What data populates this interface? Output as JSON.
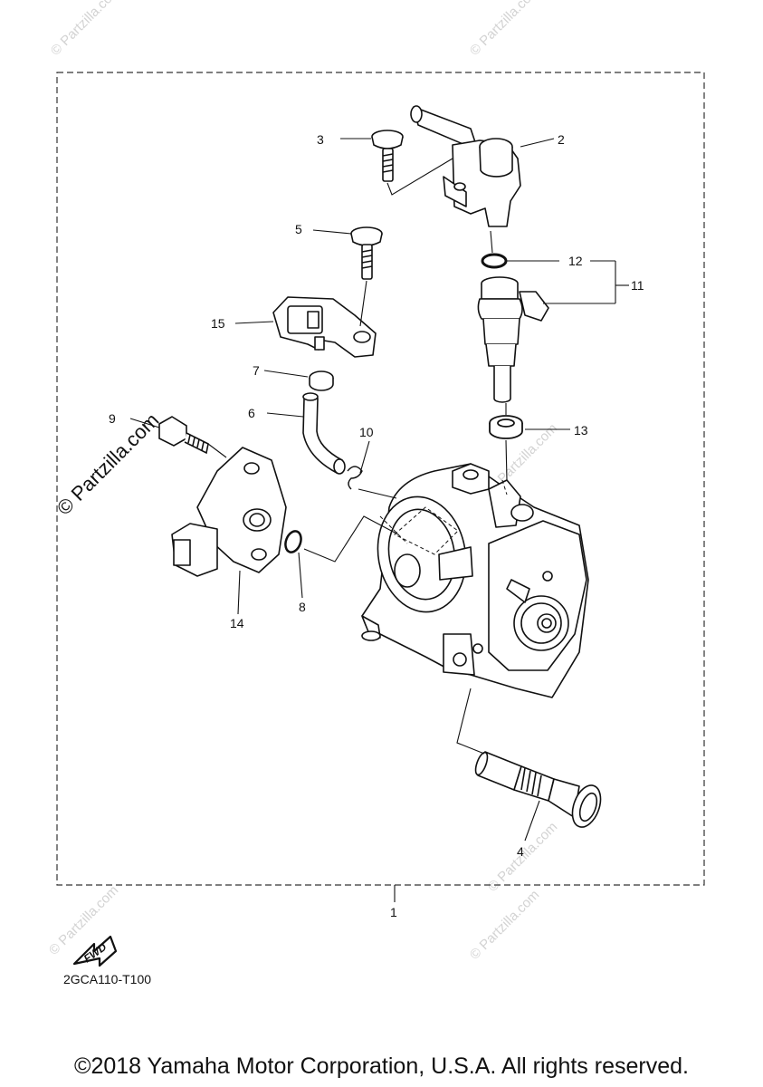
{
  "diagram": {
    "callouts": [
      "1",
      "2",
      "3",
      "4",
      "5",
      "6",
      "7",
      "8",
      "9",
      "10",
      "11",
      "12",
      "13",
      "14",
      "15"
    ],
    "fwd_label": "FWD",
    "catalog_code": "2GCA110-T100"
  },
  "watermark": {
    "text": "© Partzilla.com"
  },
  "footer": {
    "copyright": "©2018 Yamaha Motor Corporation, U.S.A. All rights reserved."
  }
}
